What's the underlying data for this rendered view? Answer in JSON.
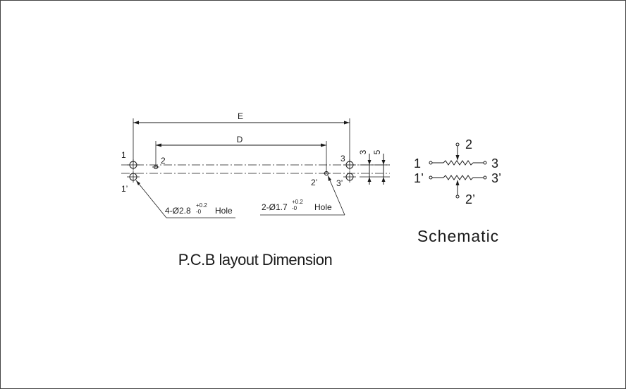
{
  "pcb": {
    "title": "P.C.B layout Dimension",
    "dim_e": "E",
    "dim_d": "D",
    "dim_3": "3",
    "dim_5": "5",
    "pin_1": "1",
    "pin_1p": "1’",
    "pin_2": "2",
    "pin_2p": "2’",
    "pin_3": "3",
    "pin_3p": "3’",
    "hole_big_prefix": "4-Ø2.8",
    "hole_big_tol_plus": "+0.2",
    "hole_big_tol_minus": "-0",
    "hole_big_suffix": "Hole",
    "hole_small_prefix": "2-Ø1.7",
    "hole_small_tol_plus": "+0.2",
    "hole_small_tol_minus": "-0",
    "hole_small_suffix": "Hole"
  },
  "schematic": {
    "title": "Schematic",
    "pin_1": "1",
    "pin_1p": "1’",
    "pin_2": "2",
    "pin_2p": "2’",
    "pin_3": "3",
    "pin_3p": "3’"
  }
}
